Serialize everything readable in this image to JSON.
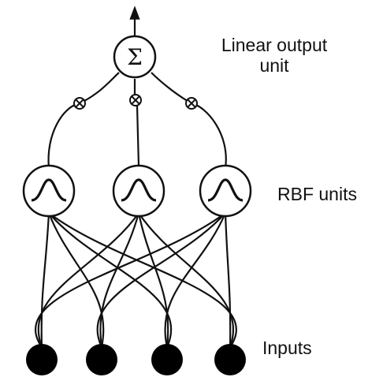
{
  "diagram": {
    "labels": {
      "output_line1": "Linear output",
      "output_line2": "unit",
      "rbf": "RBF units",
      "inputs": "Inputs"
    },
    "output_symbol": "Σ",
    "rbf_unit_count": 3,
    "input_count": 4,
    "weight_symbol": "⊗",
    "colors": {
      "ink": "#111111",
      "background": "#ffffff"
    }
  }
}
